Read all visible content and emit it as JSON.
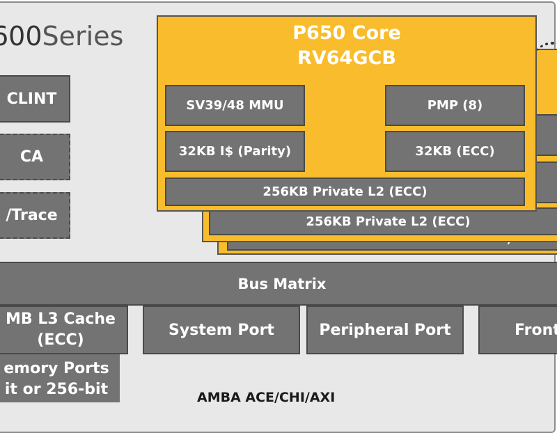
{
  "series_logo": {
    "number": "600",
    "word": "Series"
  },
  "left_blocks": {
    "clint": "CLINT",
    "ca": "CA",
    "trace": "/Trace"
  },
  "core": {
    "title_line1": "P650 Core",
    "title_line2": "RV64GCB",
    "mmu": "SV39/48 MMU",
    "pmp": "PMP (8)",
    "icache": "32KB I$ (Parity)",
    "dcache": "32KB (ECC)",
    "l2": "256KB Private L2 (ECC)"
  },
  "stack": {
    "l2_second": "256KB Private L2 (ECC)",
    "third_fragment": ")"
  },
  "bus_matrix": "Bus Matrix",
  "l3": {
    "line1": "MB L3 Cache",
    "line2": "(ECC)"
  },
  "system_port": "System Port",
  "peripheral_port": "Peripheral Port",
  "front_port": "Front",
  "memory_ports": {
    "line1": "emory Ports",
    "line2": "it or 256-bit"
  },
  "amba": "AMBA ACE/CHI/AXI",
  "colors": {
    "core_yellow": "#f9bc2c",
    "block_gray": "#737373",
    "panel_gray": "#e8e8e8"
  }
}
